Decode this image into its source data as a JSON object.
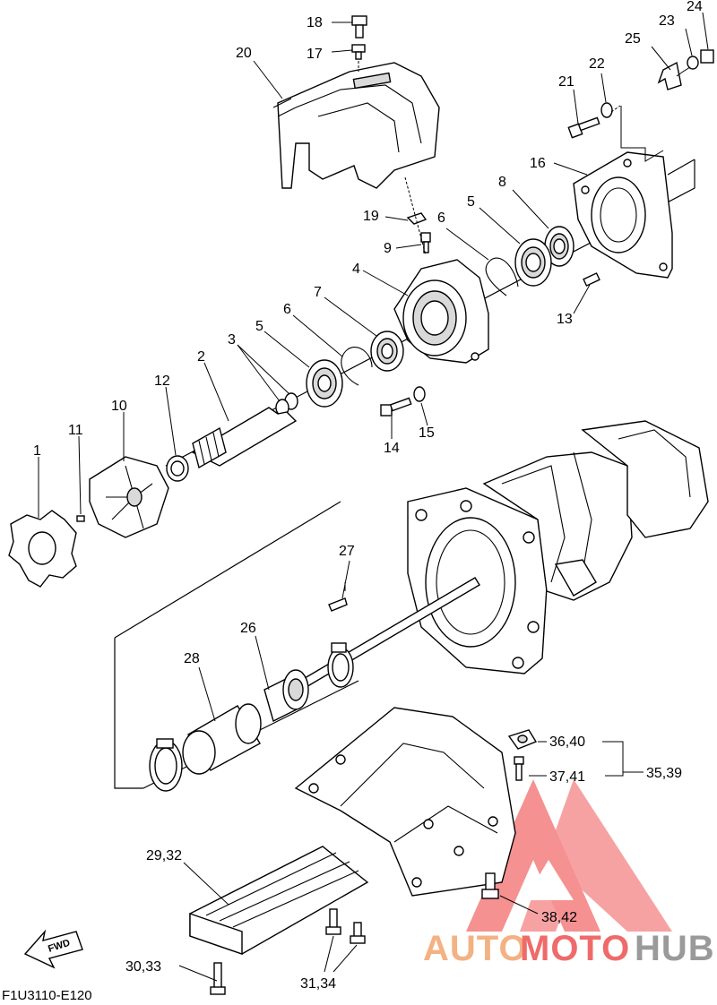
{
  "callouts": {
    "c1": "1",
    "c2": "2",
    "c3": "3",
    "c4": "4",
    "c5a": "5",
    "c5b": "5",
    "c6a": "6",
    "c6b": "6",
    "c7": "7",
    "c8": "8",
    "c9": "9",
    "c10": "10",
    "c11": "11",
    "c12": "12",
    "c13": "13",
    "c14": "14",
    "c15": "15",
    "c16": "16",
    "c17": "17",
    "c18": "18",
    "c19": "19",
    "c20": "20",
    "c21": "21",
    "c22": "22",
    "c23": "23",
    "c24": "24",
    "c25": "25",
    "c26": "26",
    "c27": "27",
    "c28": "28",
    "c2932": "29,32",
    "c3033": "30,33",
    "c3134": "31,34",
    "c3539": "35,39",
    "c3640": "36,40",
    "c3741": "37,41",
    "c3842": "38,42"
  },
  "fwd_label": "FWD",
  "diagram_code": "F1U3110-E120",
  "watermark": {
    "part1": "AUTO",
    "part2": "MOTO",
    "part3": "HUB",
    "colors": {
      "auto": "#f4b183",
      "moto": "#ef6b6b",
      "hub": "#9a9a9a",
      "logo": "#f26d6d"
    }
  }
}
